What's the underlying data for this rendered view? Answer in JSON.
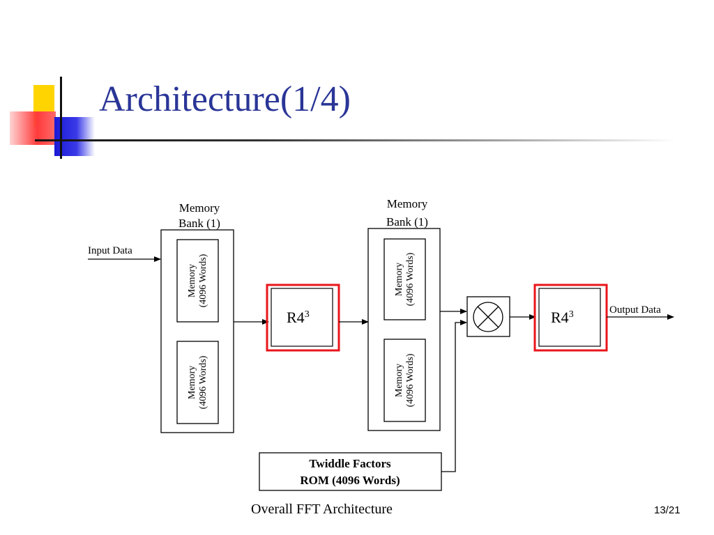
{
  "slide": {
    "title": "Architecture(1/4)",
    "caption": "Overall FFT Architecture",
    "page_number": "13/21"
  },
  "diagram": {
    "input_label": "Input Data",
    "output_label": "Output Data",
    "bank1": {
      "title_line1": "Memory",
      "title_line2": "Bank (1)",
      "mem_top_line1": "Memory",
      "mem_top_line2": "(4096 Words)",
      "mem_bottom_line1": "Memory",
      "mem_bottom_line2": "(4096 Words)"
    },
    "bank2": {
      "title_line1": "Memory",
      "title_line2": "Bank (1)",
      "mem_top_line1": "Memory",
      "mem_top_line2": "(4096 Words)",
      "mem_bottom_line1": "Memory",
      "mem_bottom_line2": "(4096 Words)"
    },
    "r4_left": {
      "base": "R4",
      "exponent": "3"
    },
    "r4_right": {
      "base": "R4",
      "exponent": "3"
    },
    "twiddle": {
      "line1": "Twiddle Factors",
      "line2": "ROM (4096 Words)"
    },
    "highlight_color": "#e8151b",
    "title_color": "#2a3597"
  }
}
